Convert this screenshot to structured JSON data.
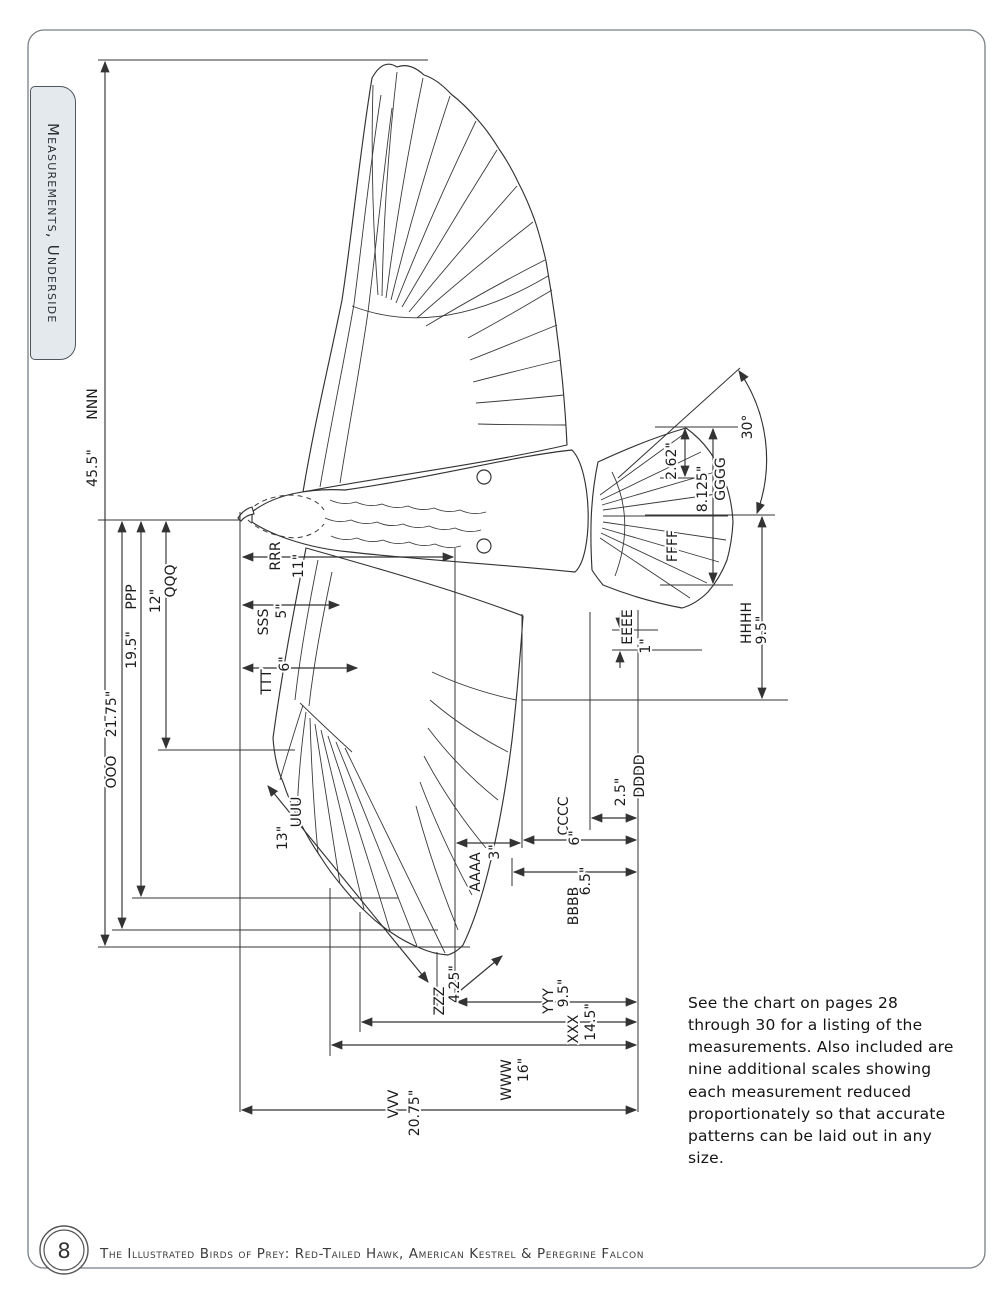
{
  "page": {
    "tab_label": "Measurements, Underside",
    "page_number": "8",
    "footer_title": "The Illustrated Birds of Prey: Red-Tailed Hawk, American Kestrel & Peregrine Falcon",
    "note_text": "See the chart on pages 28 through 30 for a listing of the measurements. Also included are nine additional scales showing each measurement reduced proportionately so that accurate patterns can be laid out in any size."
  },
  "diagram": {
    "subject": "Red-Tailed Hawk, underside measurement drawing",
    "angle_label": "30°",
    "measurements": [
      {
        "label": "NNN",
        "value": "45.5\""
      },
      {
        "label": "OOO",
        "value": "21.75\""
      },
      {
        "label": "PPP",
        "value": "19.5\""
      },
      {
        "label": "QQQ",
        "value": "12\""
      },
      {
        "label": "RRR",
        "value": "11\""
      },
      {
        "label": "SSS",
        "value": "5\""
      },
      {
        "label": "TTT",
        "value": "6\""
      },
      {
        "label": "UUU",
        "value": "13\""
      },
      {
        "label": "VVV",
        "value": "20.75\""
      },
      {
        "label": "WWW",
        "value": "16\""
      },
      {
        "label": "XXX",
        "value": "14.5\""
      },
      {
        "label": "YYY",
        "value": "9.5\""
      },
      {
        "label": "ZZZ",
        "value": "4.25\""
      },
      {
        "label": "AAAA",
        "value": "3\""
      },
      {
        "label": "BBBB",
        "value": "6.5\""
      },
      {
        "label": "CCCC",
        "value": "6\""
      },
      {
        "label": "DDDD",
        "value": "2.5\""
      },
      {
        "label": "EEEE",
        "value": "1\""
      },
      {
        "label": "FFFF",
        "value": "2.62\""
      },
      {
        "label": "GGGG",
        "value": "8.125\""
      },
      {
        "label": "HHHH",
        "value": "9.5\""
      }
    ]
  }
}
